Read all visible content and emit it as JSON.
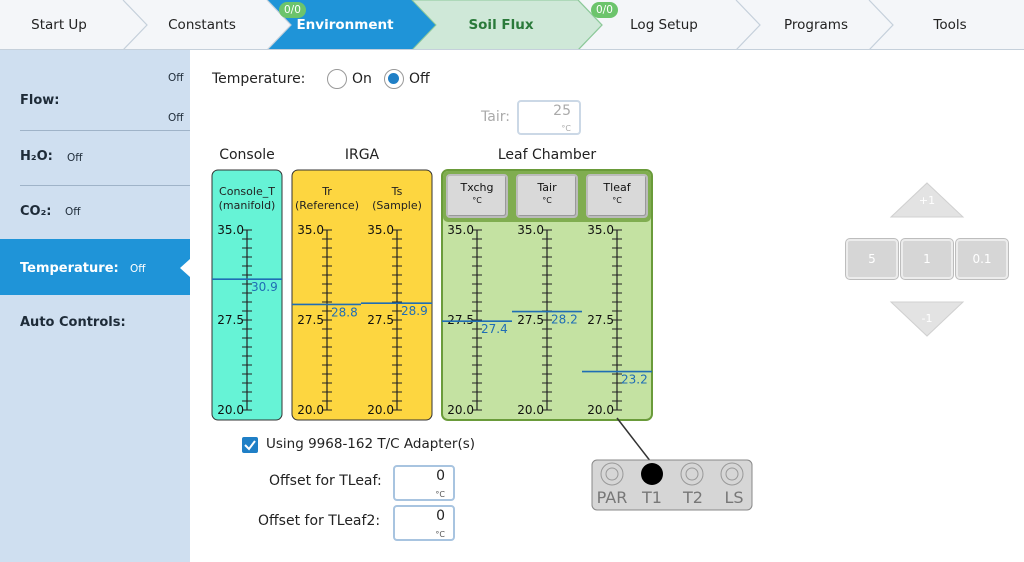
{
  "tabs": [
    {
      "label": "Start Up",
      "badge": ""
    },
    {
      "label": "Constants",
      "badge": ""
    },
    {
      "label": "Environment",
      "badge": "0/0"
    },
    {
      "label": "Soil Flux",
      "badge": ""
    },
    {
      "label": "Log Setup",
      "badge": "0/0"
    },
    {
      "label": "Programs",
      "badge": ""
    },
    {
      "label": "Tools",
      "badge": ""
    }
  ],
  "sidebar": {
    "items": [
      {
        "label": "Flow:",
        "value": "Off",
        "value2": "Off"
      },
      {
        "label": "H₂O:",
        "value": "Off"
      },
      {
        "label": "CO₂:",
        "value": "Off"
      },
      {
        "label": "Temperature:",
        "value": "Off"
      },
      {
        "label": "Auto Controls:",
        "value": ""
      }
    ]
  },
  "temperature": {
    "label": "Temperature:",
    "on_label": "On",
    "off_label": "Off",
    "selected": "Off"
  },
  "tair": {
    "label": "Tair:",
    "value": "25",
    "unit": "°C"
  },
  "groups": {
    "console": "Console",
    "irga": "IRGA",
    "leaf": "Leaf Chamber"
  },
  "gauges": {
    "console_t": {
      "line1": "Console_T",
      "line2": "(manifold)",
      "value": "30.9",
      "level": 30.9
    },
    "tr": {
      "line1": "Tr",
      "line2": "(Reference)",
      "value": "28.8",
      "level": 28.8
    },
    "ts": {
      "line1": "Ts",
      "line2": "(Sample)",
      "value": "28.9",
      "level": 28.9
    },
    "txchg": {
      "line1": "Txchg",
      "line2": "°C",
      "value": "27.4",
      "level": 27.4
    },
    "tair": {
      "line1": "Tair",
      "line2": "°C",
      "value": "28.2",
      "level": 28.2
    },
    "tleaf": {
      "line1": "Tleaf",
      "line2": "°C",
      "value": "23.2",
      "level": 23.2
    }
  },
  "scale": {
    "top": "35.0",
    "mid": "27.5",
    "bottom": "20.0",
    "min": 20,
    "max": 35
  },
  "adapter": {
    "label": "Using 9968-162 T/C Adapter(s)",
    "checked": true
  },
  "offsets": {
    "tleaf": {
      "label": "Offset for TLeaf:",
      "value": "0",
      "unit": "°C"
    },
    "tleaf2": {
      "label": "Offset for TLeaf2:",
      "value": "0",
      "unit": "°C"
    }
  },
  "connector": {
    "labels": [
      "PAR",
      "T1",
      "T2",
      "LS"
    ]
  },
  "stepper": {
    "plus": "+1",
    "minus": "-1",
    "steps": [
      "5",
      "1",
      "0.1"
    ]
  },
  "colors": {
    "active_tab": "#1f94d8",
    "soil_flux_tab": "#cfe8d8",
    "console_gauge": "#66f3d6",
    "irga_gauge": "#fdd640",
    "leaf_gauge": "#c4e2a2",
    "level_line": "#1f6db4"
  }
}
